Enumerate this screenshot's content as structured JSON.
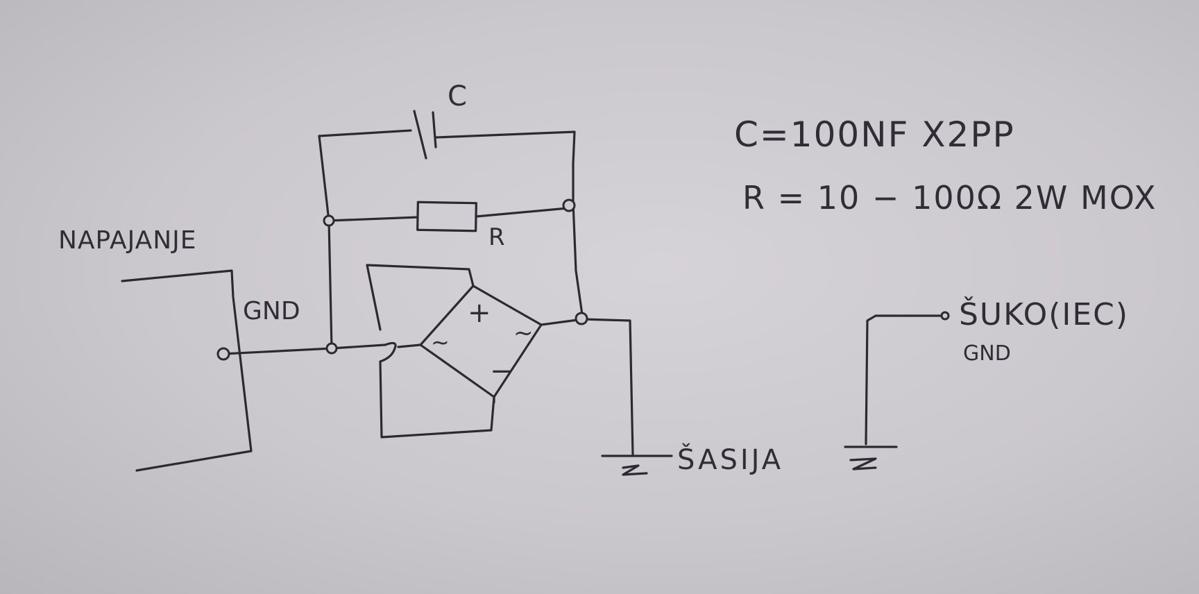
{
  "labels": {
    "napajanje": "NAPAJANJE",
    "gnd_left": "GND",
    "capacitor": "C",
    "resistor": "R",
    "plus": "+",
    "minus": "−",
    "ac_left": "~",
    "ac_right": "~",
    "chassis": "ŠASIJA",
    "schuko": "ŠUKO(IEC)",
    "gnd_right": "GND"
  },
  "notes": {
    "capacitor_spec": "C=100NF X2PP",
    "resistor_spec": "R = 10 − 100Ω 2W MOX"
  },
  "colors": {
    "ink": "#2b2a30",
    "paper": "#cfcccf"
  }
}
